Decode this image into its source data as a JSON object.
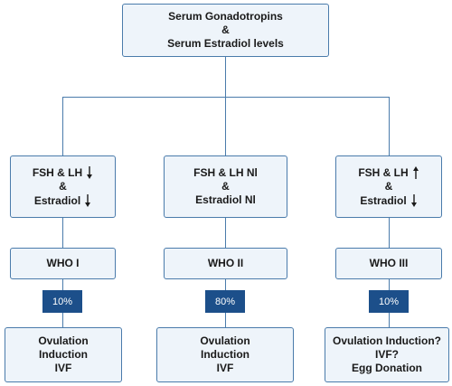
{
  "root": {
    "line1": "Serum Gonadotropins",
    "line2": "&",
    "line3": "Serum Estradiol levels"
  },
  "branches": [
    {
      "hormone_line1": "FSH & LH",
      "hormone_arrow1": "down",
      "hormone_line2": "&",
      "hormone_line3": "Estradiol",
      "hormone_arrow3": "down",
      "who": "WHO I",
      "percent": "10%",
      "treat_line1": "Ovulation",
      "treat_line2": "Induction",
      "treat_line3": "IVF"
    },
    {
      "hormone_line1": "FSH & LH Nl",
      "hormone_arrow1": "",
      "hormone_line2": "&",
      "hormone_line3": "Estradiol Nl",
      "hormone_arrow3": "",
      "who": "WHO II",
      "percent": "80%",
      "treat_line1": "Ovulation",
      "treat_line2": "Induction",
      "treat_line3": "IVF"
    },
    {
      "hormone_line1": "FSH & LH",
      "hormone_arrow1": "up",
      "hormone_line2": "&",
      "hormone_line3": "Estradiol",
      "hormone_arrow3": "down",
      "who": "WHO III",
      "percent": "10%",
      "treat_line1": "Ovulation Induction?",
      "treat_line2": "IVF?",
      "treat_line3": "Egg Donation"
    }
  ],
  "colors": {
    "box_fill": "#eef4fa",
    "box_border": "#4a7bab",
    "connector": "#4a7bab",
    "percent_fill": "#1c4f8a"
  }
}
